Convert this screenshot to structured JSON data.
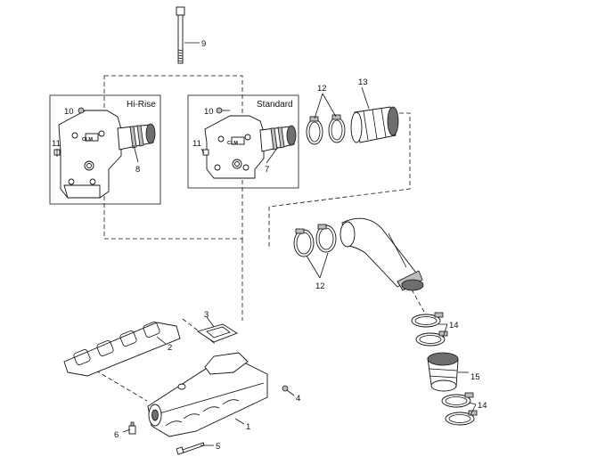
{
  "boxes": {
    "hi_rise": "Hi-Rise",
    "standard": "Standard"
  },
  "callouts": {
    "c1": "1",
    "c2": "2",
    "c3": "3",
    "c4": "4",
    "c5": "5",
    "c6": "6",
    "c7": "7",
    "c8": "8",
    "c9": "9",
    "c10a": "10",
    "c10b": "10",
    "c11a": "11",
    "c11b": "11",
    "c12a": "12",
    "c12b": "12",
    "c13": "13",
    "c14a": "14",
    "c14b": "14",
    "c15": "15"
  },
  "logos": {
    "hi_rise": "CLM",
    "standard": "CLM"
  }
}
